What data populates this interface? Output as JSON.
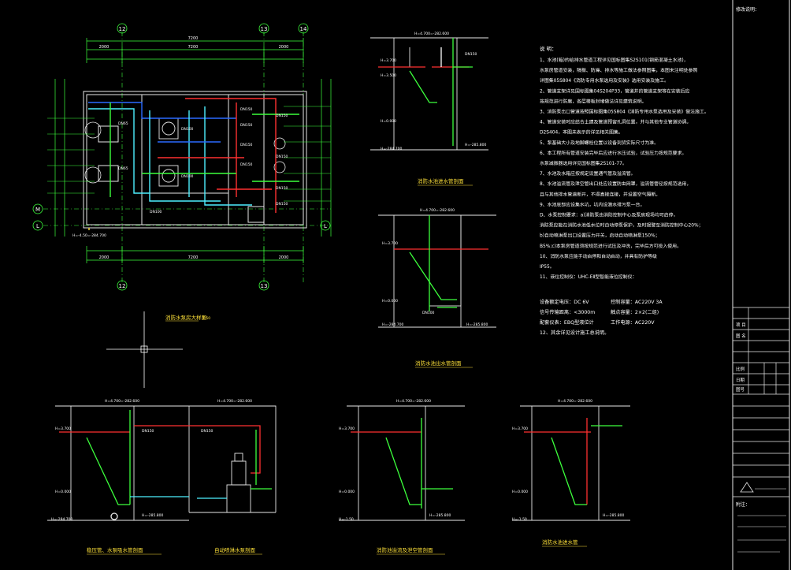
{
  "title_block": {
    "header": "修改说明：",
    "company": "",
    "project_label": "项 目",
    "project_value": "",
    "drawing_label": "图 名",
    "drawing_value": "",
    "scale_label": "比例",
    "date_label": "日期",
    "sheet_label": "图号",
    "sheet_value": "",
    "notes_label": "附注："
  },
  "plan": {
    "title": "消防水泵房大样图",
    "scale": "1:50",
    "dim_total": "7200",
    "dim_a": "2000",
    "dim_b": "7200",
    "dim_c": "2000",
    "axis_1": "12",
    "axis_2": "13",
    "axis_3": "14",
    "axis_m": "M",
    "axis_l": "L",
    "tags": [
      "DN150",
      "DN150",
      "DN150",
      "DN150",
      "DN150",
      "DN150",
      "DN100",
      "DN100",
      "DN100",
      "DN65",
      "DN65",
      "DN150",
      "DN150"
    ],
    "level_note": "H=-4.50=-284.700"
  },
  "sections": {
    "fire_tank_top": "消防水池进水管剖面",
    "fire_tank_mid": "消防水池出水管剖面",
    "pressure_section": "稳压管、水泵吸水管剖面",
    "pump_section": "自动喷淋水泵剖面",
    "drain_section": "消防池溢流及泄空管剖面",
    "inlet_section": "消防水池进水管",
    "lv_top": "H=4.700=-282.600",
    "lv_1": "H=3.700",
    "lv_2": "H=3.500",
    "lv_3": "H=0.000",
    "lv_4": "H=-284.700",
    "lv_5": "H=-1.50",
    "lv_6": "H=-285.800",
    "pipe_dn": "DN150",
    "pipe_dn2": "DN100"
  },
  "notes": {
    "heading": "说 明：",
    "lines": [
      "1、水池(箱)的给排水管道工程详见国标图集S2S101(钢筋混凝土水池)，",
      "水泵房管道安装，隔振、防噪、排水等施工做法参照图集，本图未注明处参照",
      "详图集05S804《消防专用水泵选用及安装》选用安装及施工。",
      "2、管道支架详见国标图集04S204P33，管道井的管道支架等在安装后应",
      "按规范进行防腐，各层楼板封堵做法详见建筑说明。",
      "3、消防泵出口管道按照国标图集05S804《消防专用水泵选用及安装》做法施工。",
      "4、管道安装时应结合土建及管道预留孔洞位置，并与其他专业管道协调。",
      "D2S404，本图未表示的详见相关图集。",
      "5、泵基础大小及地脚螺栓位置以设备到货实际尺寸为准。",
      "6、本工程所有管道安装完毕后应进行水压试验，试验压力按规范要求。",
      "水泵减振器选用详见国标图集2S101-77。",
      "7、水池及水箱应按规定设置通气管及溢流管。",
      "8、水池溢流管及泄空管出口处应设置防虫网罩，溢流管管径按规范选用，",
      "且与其他排水管道断开，不得直接连接，并设置空气隔断。",
      "9、水池底部应设集水坑，坑内设潜水排污泵一台。",
      "D、水泵控制要求：a)消防泵由消防控制中心及泵房现场均可启停，",
      "消防泵应能在消防水池低水位时自动停泵保护，及时报警至消防控制中心20%；",
      "b)自动喷淋泵出口设置压力开关，启动自动喷淋泵150%；",
      "B5%;c)本泵房管道须按规范进行试压及冲洗，完毕后方可投入使用。",
      "10、消防水泵应能手动启停和自动启动，并具有防护等级",
      "IP55。",
      "11、液位控制仪：UHC-EⅡ型智能液位控制仪："
    ],
    "spec_left_1": "设备额定电压：DC 6V",
    "spec_right_1": "控制容量：AC220V 3A",
    "spec_left_2": "信号传输距离：<3000m",
    "spec_right_2": "触点容量：2×2(二组)",
    "spec_left_3": "配套仪表：EBQ型液位计",
    "spec_right_3": "工作电源：AC220V",
    "last_line": "12、其余详见设计施工总说明。"
  }
}
